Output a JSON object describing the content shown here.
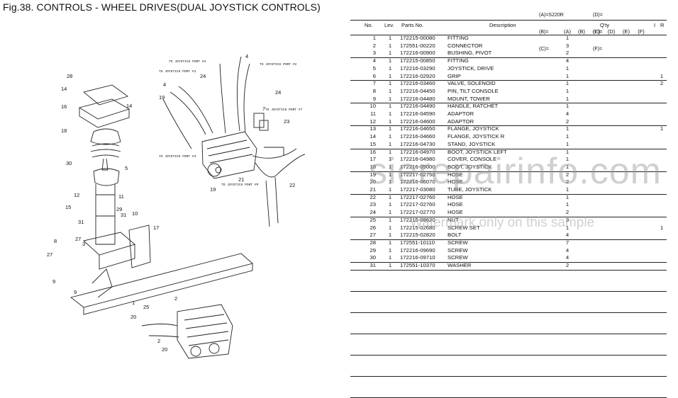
{
  "page_title": "Fig.38.  CONTROLS - WHEEL DRIVES(DUAL JOYSTICK CONTROLS)",
  "legend_left": [
    "(A)=S220R",
    "(B)=",
    "(C)="
  ],
  "legend_right": [
    "(D)=",
    "(E)=",
    "(F)="
  ],
  "table": {
    "headers": {
      "no": "No.",
      "lev": "Lev.",
      "part": "Parts No.",
      "desc": "Description",
      "qty": "Q'ty",
      "i": "I",
      "r": "R"
    },
    "qty_columns": [
      "(A)",
      "(B)",
      "(C)",
      "(D)",
      "(E)",
      "(F)"
    ],
    "rows": [
      {
        "no": "1",
        "lev": "1",
        "part": "172215-00080",
        "desc": "FITTING",
        "qa": "1",
        "i": "",
        "r": ""
      },
      {
        "no": "2",
        "lev": "1",
        "part": "172551-00220",
        "desc": "CONNECTOR",
        "qa": "3",
        "i": "",
        "r": ""
      },
      {
        "no": "3",
        "lev": "1",
        "part": "172216-00900",
        "desc": "BUSHING, PIVOT",
        "qa": "2",
        "i": "",
        "r": ""
      },
      {
        "no": "4",
        "lev": "1",
        "part": "172215-00850",
        "desc": "FITTING",
        "qa": "4",
        "i": "",
        "r": ""
      },
      {
        "no": "5",
        "lev": "1",
        "part": "172216-03290",
        "desc": "JOYSTICK, DRIVE",
        "qa": "1",
        "i": "",
        "r": ""
      },
      {
        "no": "6",
        "lev": "1",
        "part": "172216-02920",
        "desc": "GRIP",
        "qa": "1",
        "i": "",
        "r": "1"
      },
      {
        "no": "7",
        "lev": "1",
        "part": "172216-03460",
        "desc": "VALVE, SOLENOID",
        "qa": "1",
        "i": "",
        "r": "2"
      },
      {
        "no": "8",
        "lev": "1",
        "part": "172216-04450",
        "desc": "PIN, TILT CONSOLE",
        "qa": "1",
        "i": "",
        "r": ""
      },
      {
        "no": "9",
        "lev": "1",
        "part": "172216-04480",
        "desc": "MOUNT, TOWER",
        "qa": "1",
        "i": "",
        "r": ""
      },
      {
        "no": "10",
        "lev": "1",
        "part": "172216-04490",
        "desc": "HANDLE, RATCHET",
        "qa": "1",
        "i": "",
        "r": ""
      },
      {
        "no": "11",
        "lev": "1",
        "part": "172216-04590",
        "desc": "ADAPTOR",
        "qa": "4",
        "i": "",
        "r": ""
      },
      {
        "no": "12",
        "lev": "1",
        "part": "172216-04600",
        "desc": "ADAPTOR",
        "qa": "2",
        "i": "",
        "r": ""
      },
      {
        "no": "13",
        "lev": "1",
        "part": "172216-04650",
        "desc": "FLANGE, JOYSTICK",
        "qa": "1",
        "i": "",
        "r": "1"
      },
      {
        "no": "14",
        "lev": "1",
        "part": "172216-04660",
        "desc": "FLANGE, JOYSTICK R",
        "qa": "1",
        "i": "",
        "r": ""
      },
      {
        "no": "15",
        "lev": "1",
        "part": "172216-04730",
        "desc": "STAND, JOYSTICK",
        "qa": "1",
        "i": "",
        "r": ""
      },
      {
        "no": "16",
        "lev": "1",
        "part": "172216-04970",
        "desc": "BOOT, JOYSTICK LEFT",
        "qa": "1",
        "i": "",
        "r": ""
      },
      {
        "no": "17",
        "lev": "1",
        "part": "172216-04980",
        "desc": "COVER, CONSOLE",
        "qa": "1",
        "i": "",
        "r": ""
      },
      {
        "no": "18",
        "lev": "1",
        "part": "172216-05000",
        "desc": "BOOT, JOYSTICK",
        "qa": "1",
        "i": "",
        "r": ""
      },
      {
        "no": "19",
        "lev": "1",
        "part": "172217-02750",
        "desc": "HOSE",
        "qa": "2",
        "i": "",
        "r": ""
      },
      {
        "no": "20",
        "lev": "1",
        "part": "172216-06070",
        "desc": "HOSE",
        "qa": "2",
        "i": "",
        "r": ""
      },
      {
        "no": "21",
        "lev": "1",
        "part": "172217-03080",
        "desc": "TUBE, JOYSTICK",
        "qa": "1",
        "i": "",
        "r": ""
      },
      {
        "no": "22",
        "lev": "1",
        "part": "172217-02760",
        "desc": "HOSE",
        "qa": "1",
        "i": "",
        "r": ""
      },
      {
        "no": "23",
        "lev": "1",
        "part": "172217-02760",
        "desc": "HOSE",
        "qa": "1",
        "i": "",
        "r": ""
      },
      {
        "no": "24",
        "lev": "1",
        "part": "172217-02770",
        "desc": "HOSE",
        "qa": "2",
        "i": "",
        "r": ""
      },
      {
        "no": "25",
        "lev": "1",
        "part": "172215-08620",
        "desc": "NUT",
        "qa": "3",
        "i": "",
        "r": ""
      },
      {
        "no": "26",
        "lev": "1",
        "part": "172215-02680",
        "desc": "SCREW SET",
        "qa": "1",
        "i": "",
        "r": "1"
      },
      {
        "no": "27",
        "lev": "1",
        "part": "172215-02820",
        "desc": "BOLT",
        "qa": "4",
        "i": "",
        "r": ""
      },
      {
        "no": "28",
        "lev": "1",
        "part": "172551-10110",
        "desc": "SCREW",
        "qa": "7",
        "i": "",
        "r": ""
      },
      {
        "no": "29",
        "lev": "1",
        "part": "172216-09690",
        "desc": "SCREW",
        "qa": "4",
        "i": "",
        "r": ""
      },
      {
        "no": "30",
        "lev": "1",
        "part": "172216-09710",
        "desc": "SCREW",
        "qa": "4",
        "i": "",
        "r": ""
      },
      {
        "no": "31",
        "lev": "1",
        "part": "172551-10370",
        "desc": "WASHER",
        "qa": "2",
        "i": "",
        "r": ""
      }
    ]
  },
  "diagram": {
    "callouts": [
      "28",
      "14",
      "16",
      "14",
      "18",
      "30",
      "5",
      "12",
      "11",
      "15",
      "29",
      "31",
      "10",
      "31",
      "17",
      "27",
      "3",
      "8",
      "27",
      "9",
      "9",
      "1",
      "25",
      "2",
      "20",
      "2",
      "20",
      "4",
      "4",
      "24",
      "24",
      "19",
      "7",
      "23",
      "21",
      "19",
      "22"
    ],
    "port_labels": [
      "TO JOYSTICK PORT #4",
      "TO JOYSTICK PORT #1",
      "TO JOYSTICK PORT #2",
      "TO JOYSTICK PORT #3",
      "TO JOYSTICK PORT #7",
      "TO JOYSTICK PORT #P"
    ]
  },
  "watermark": {
    "big": "sierepairinfo.com",
    "small": "Watermark only on this sample"
  },
  "colors": {
    "ink": "#111111",
    "line": "#222222",
    "watermark": "#9a9a9a"
  }
}
